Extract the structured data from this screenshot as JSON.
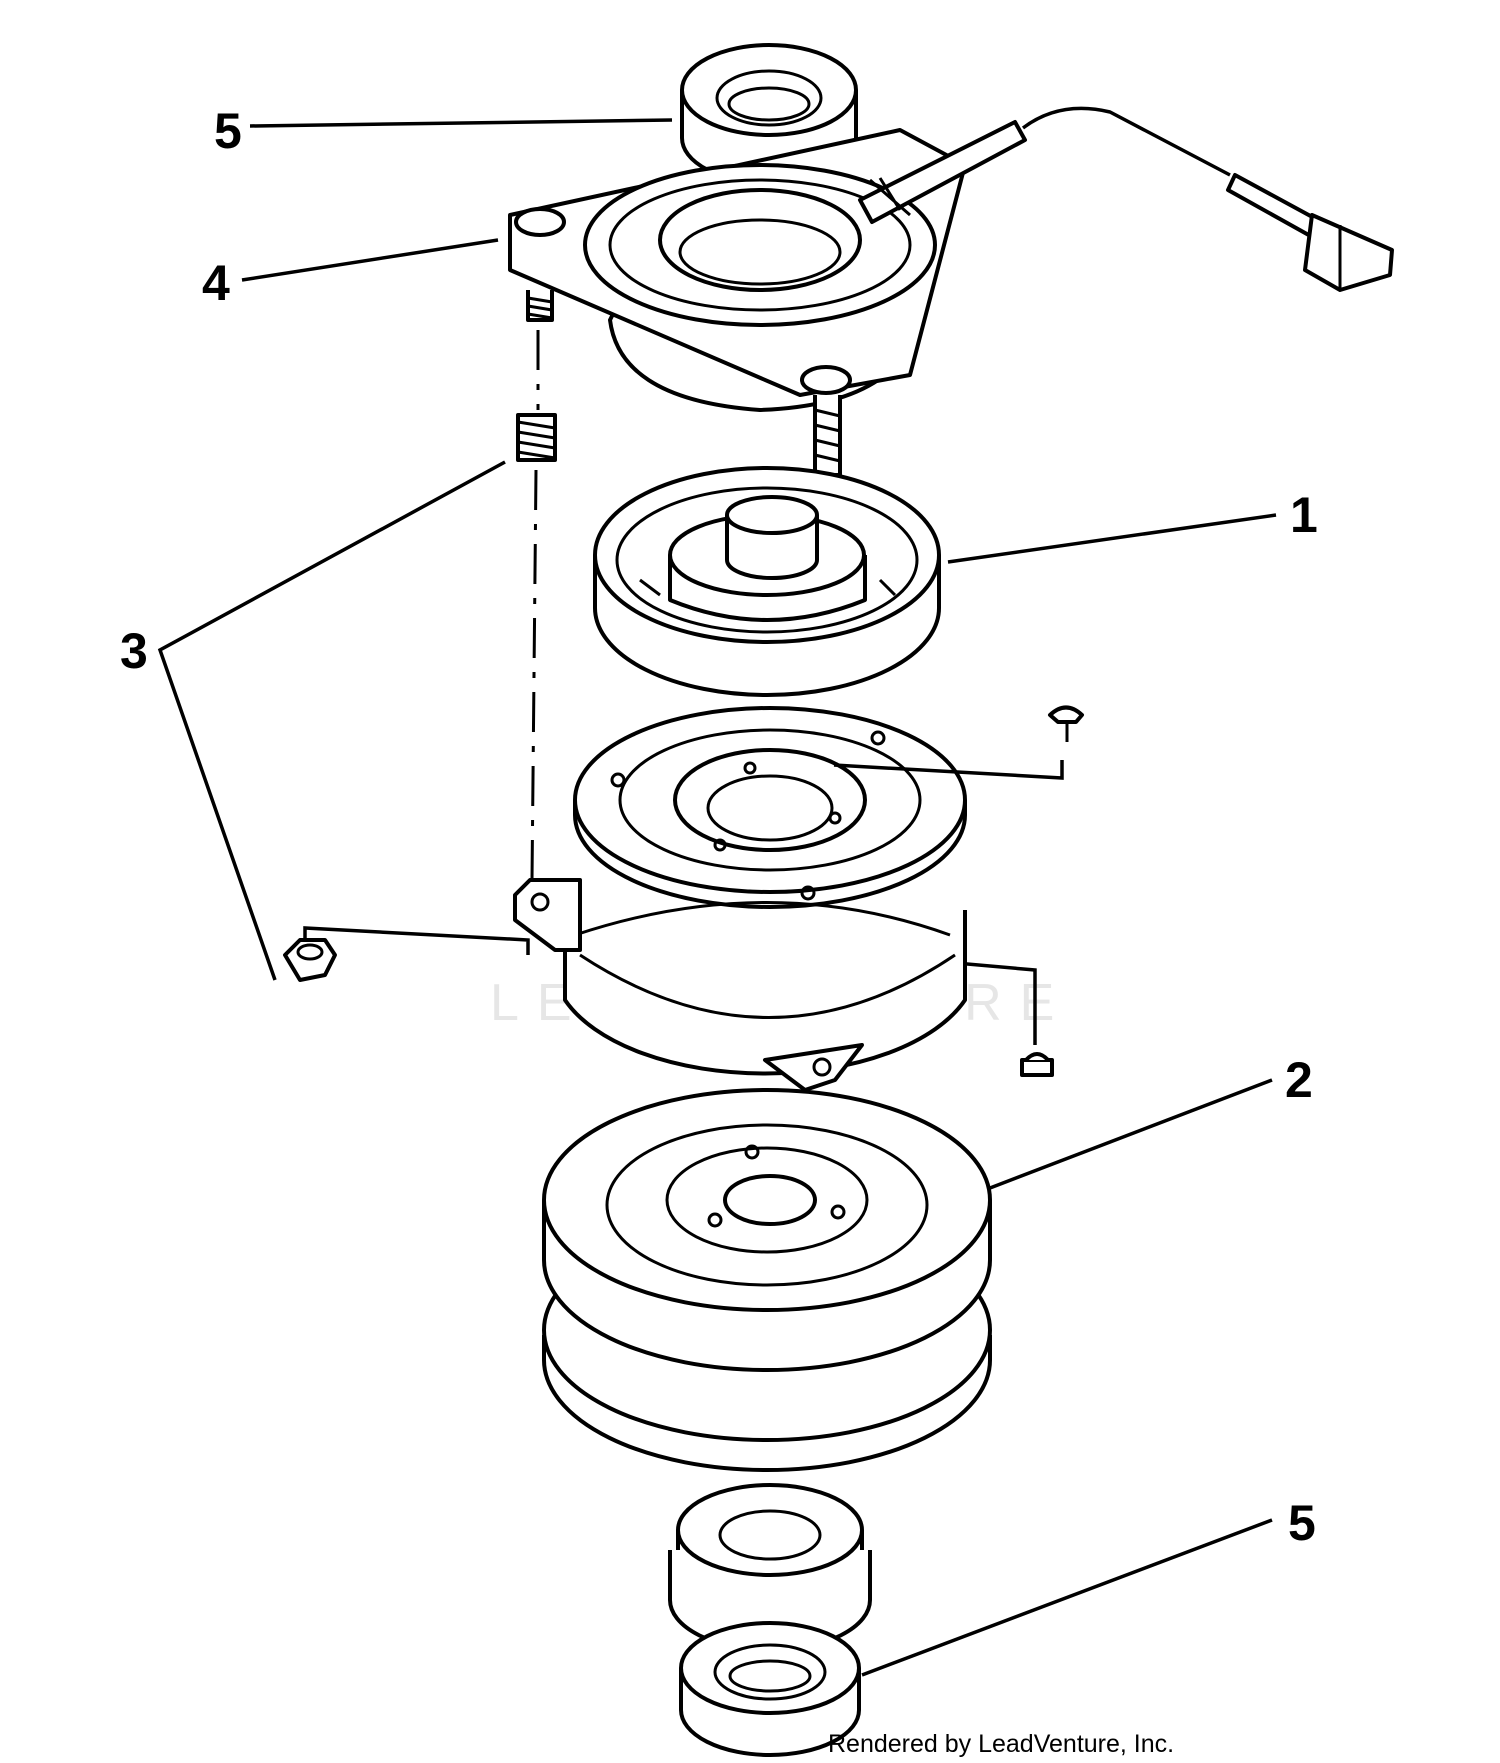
{
  "diagram": {
    "callouts": [
      "1",
      "2",
      "3",
      "4",
      "5",
      "5"
    ],
    "watermark": "LEADVENTURE",
    "credit": "Rendered by LeadVenture, Inc."
  }
}
